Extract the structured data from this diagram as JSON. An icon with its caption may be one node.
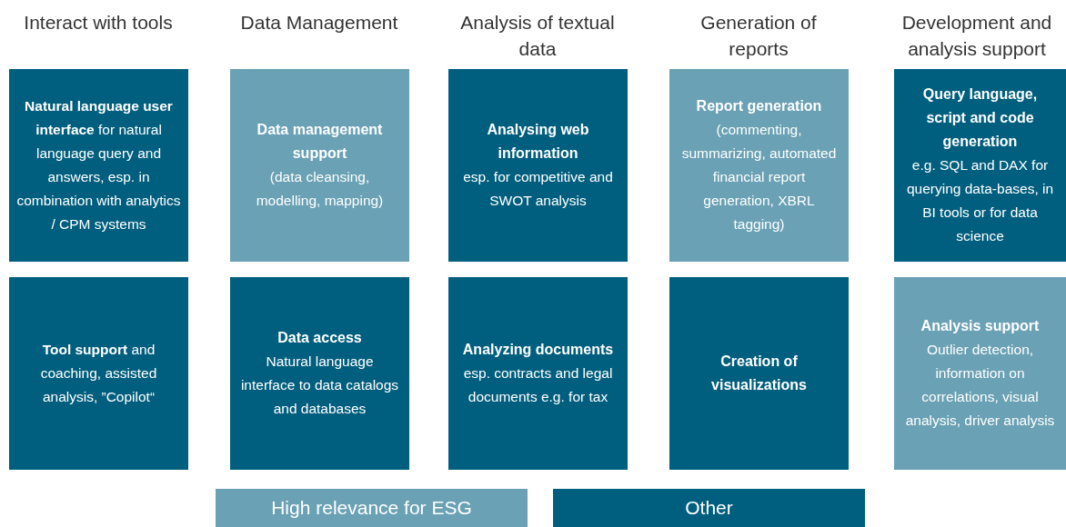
{
  "diagram": {
    "nodes": [
      {
        "text": [
          "**Natural language user interface** for natural language query and answers, esp. in combination with analytics / CPM systems"
        ]
      },
      {
        "text": [
          "Data management support",
          "(data cleansing, modelling, mapping)"
        ]
      },
      {
        "text": [
          "Analysing web information",
          "esp. for competitive and SWOT analysis"
        ]
      },
      {
        "text": [
          "Report generation",
          "(commenting, summarizing, automated financial report generation, XBRL tagging)"
        ]
      },
      {
        "text": [
          "Query language, script and code generation",
          "e.g. SQL and DAX for querying data-bases, in BI tools or for data science"
        ]
      },
      {
        "text": [
          "**Tool support** and coaching, assisted analysis, ”Copilot“"
        ]
      },
      {
        "text": [
          "Data access",
          "Natural language interface to data catalogs and databases"
        ]
      },
      {
        "text": [
          "Analyzing documents",
          "esp. contracts and legal documents e.g. for tax"
        ]
      },
      {
        "text": [
          "Creation of visualizations"
        ]
      },
      {
        "text": [
          "Analysis support",
          "Outlier detection, information on correlations, visual analysis, driver analysis"
        ]
      }
    ],
    "labels": [
      "Interact with tools",
      "Data Management",
      "Analysis of textual data",
      "Generation of reports",
      "Development and analysis support"
    ],
    "legend": [
      {
        "text": "High relevance for ESG",
        "color": "#6aa1b4"
      },
      {
        "text": "Other",
        "color": "#005f7e"
      }
    ]
  }
}
